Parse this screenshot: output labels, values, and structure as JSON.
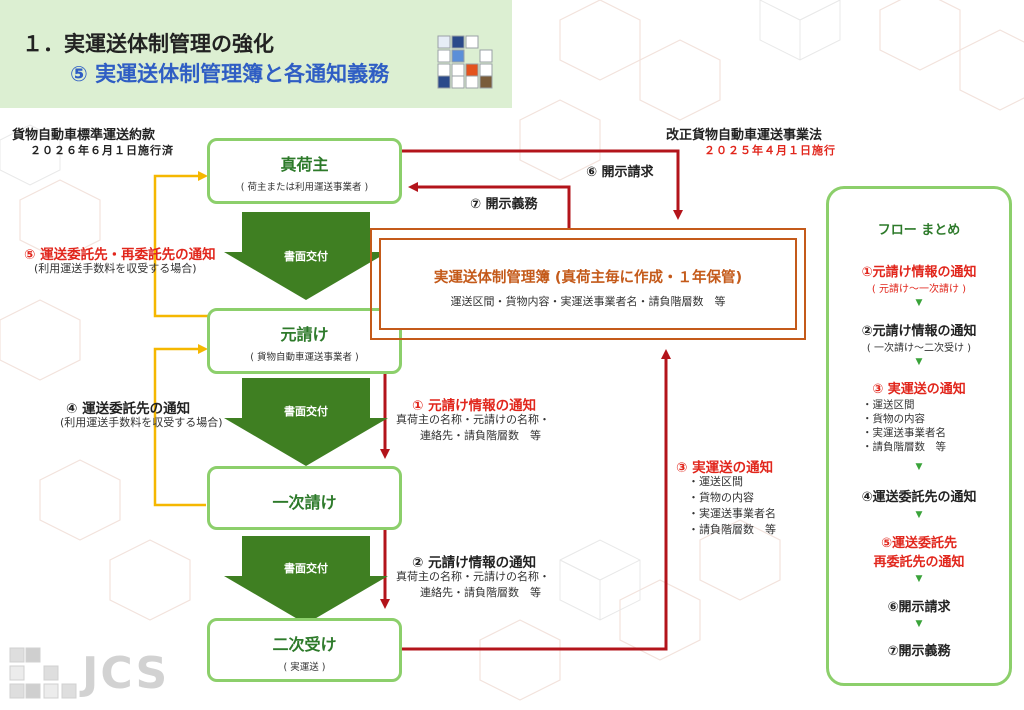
{
  "header": {
    "title_line1": "１．実運送体制管理の強化",
    "title_line2": "⑤ 実運送体制管理簿と各通知義務"
  },
  "left_law": {
    "name": "貨物自動車標準運送約款",
    "date": "２０２６年６月１日施行済"
  },
  "right_law": {
    "name": "改正貨物自動車運送事業法",
    "date": "２０２５年４月１日施行"
  },
  "entities": {
    "shipper": {
      "name": "真荷主",
      "sub": "( 荷主または利用運送事業者 )"
    },
    "prime": {
      "name": "元請け",
      "sub": "( 貨物自動車運送事業者 )"
    },
    "first": {
      "name": "一次請け"
    },
    "second": {
      "name": "二次受け",
      "sub": "( 実運送 )"
    }
  },
  "document_delivery": "書面交付",
  "register": {
    "title": "実運送体制管理簿 (真荷主毎に作成・１年保管)",
    "sub": "運送区間・貨物内容・実運送事業者名・請負階層数　等"
  },
  "disclosure": {
    "request": "⑥ 開示請求",
    "duty": "⑦ 開示義務"
  },
  "notices": {
    "n1": {
      "title": "① 元請け情報の通知",
      "body": [
        "真荷主の名称・元請けの名称・",
        "連絡先・請負階層数　等"
      ]
    },
    "n2": {
      "title": "② 元請け情報の通知",
      "body": [
        "真荷主の名称・元請けの名称・",
        "連絡先・請負階層数　等"
      ]
    },
    "n3": {
      "title": "③ 実運送の通知",
      "body": [
        "・運送区間",
        "・貨物の内容",
        "・実運送事業者名",
        "・請負階層数　等"
      ]
    },
    "n4": {
      "title": "④ 運送委託先の通知",
      "sub": "(利用運送手数料を収受する場合)"
    },
    "n5": {
      "title": "⑤ 運送委託先・再委託先の通知",
      "sub": "(利用運送手数料を収受する場合)"
    }
  },
  "summary": {
    "title": "フロー まとめ",
    "items": [
      {
        "label": "①元請け情報の通知",
        "sub": "( 元請け～一次請け )"
      },
      {
        "label": "②元請け情報の通知",
        "sub": "( 一次請け～二次受け )"
      },
      {
        "label": "③ 実運送の通知",
        "details": [
          "・運送区間",
          "・貨物の内容",
          "・実運送事業者名",
          "・請負階層数　等"
        ]
      },
      {
        "label": "④運送委託先の通知"
      },
      {
        "label_line1": "⑤運送委託先",
        "label_line2": "再委託先の通知"
      },
      {
        "label": "⑥開示請求"
      },
      {
        "label": "⑦開示義務"
      }
    ],
    "arrow": "▼"
  },
  "logo": {
    "text": "JCS"
  },
  "colors": {
    "green_border": "#8ccf6b",
    "green_arrow": "#3f7f22",
    "red_arrow": "#b3141b",
    "orange": "#c45a1a",
    "yellow": "#f5b700",
    "red_text": "#e1261c",
    "blue_text": "#2f5ec4"
  }
}
